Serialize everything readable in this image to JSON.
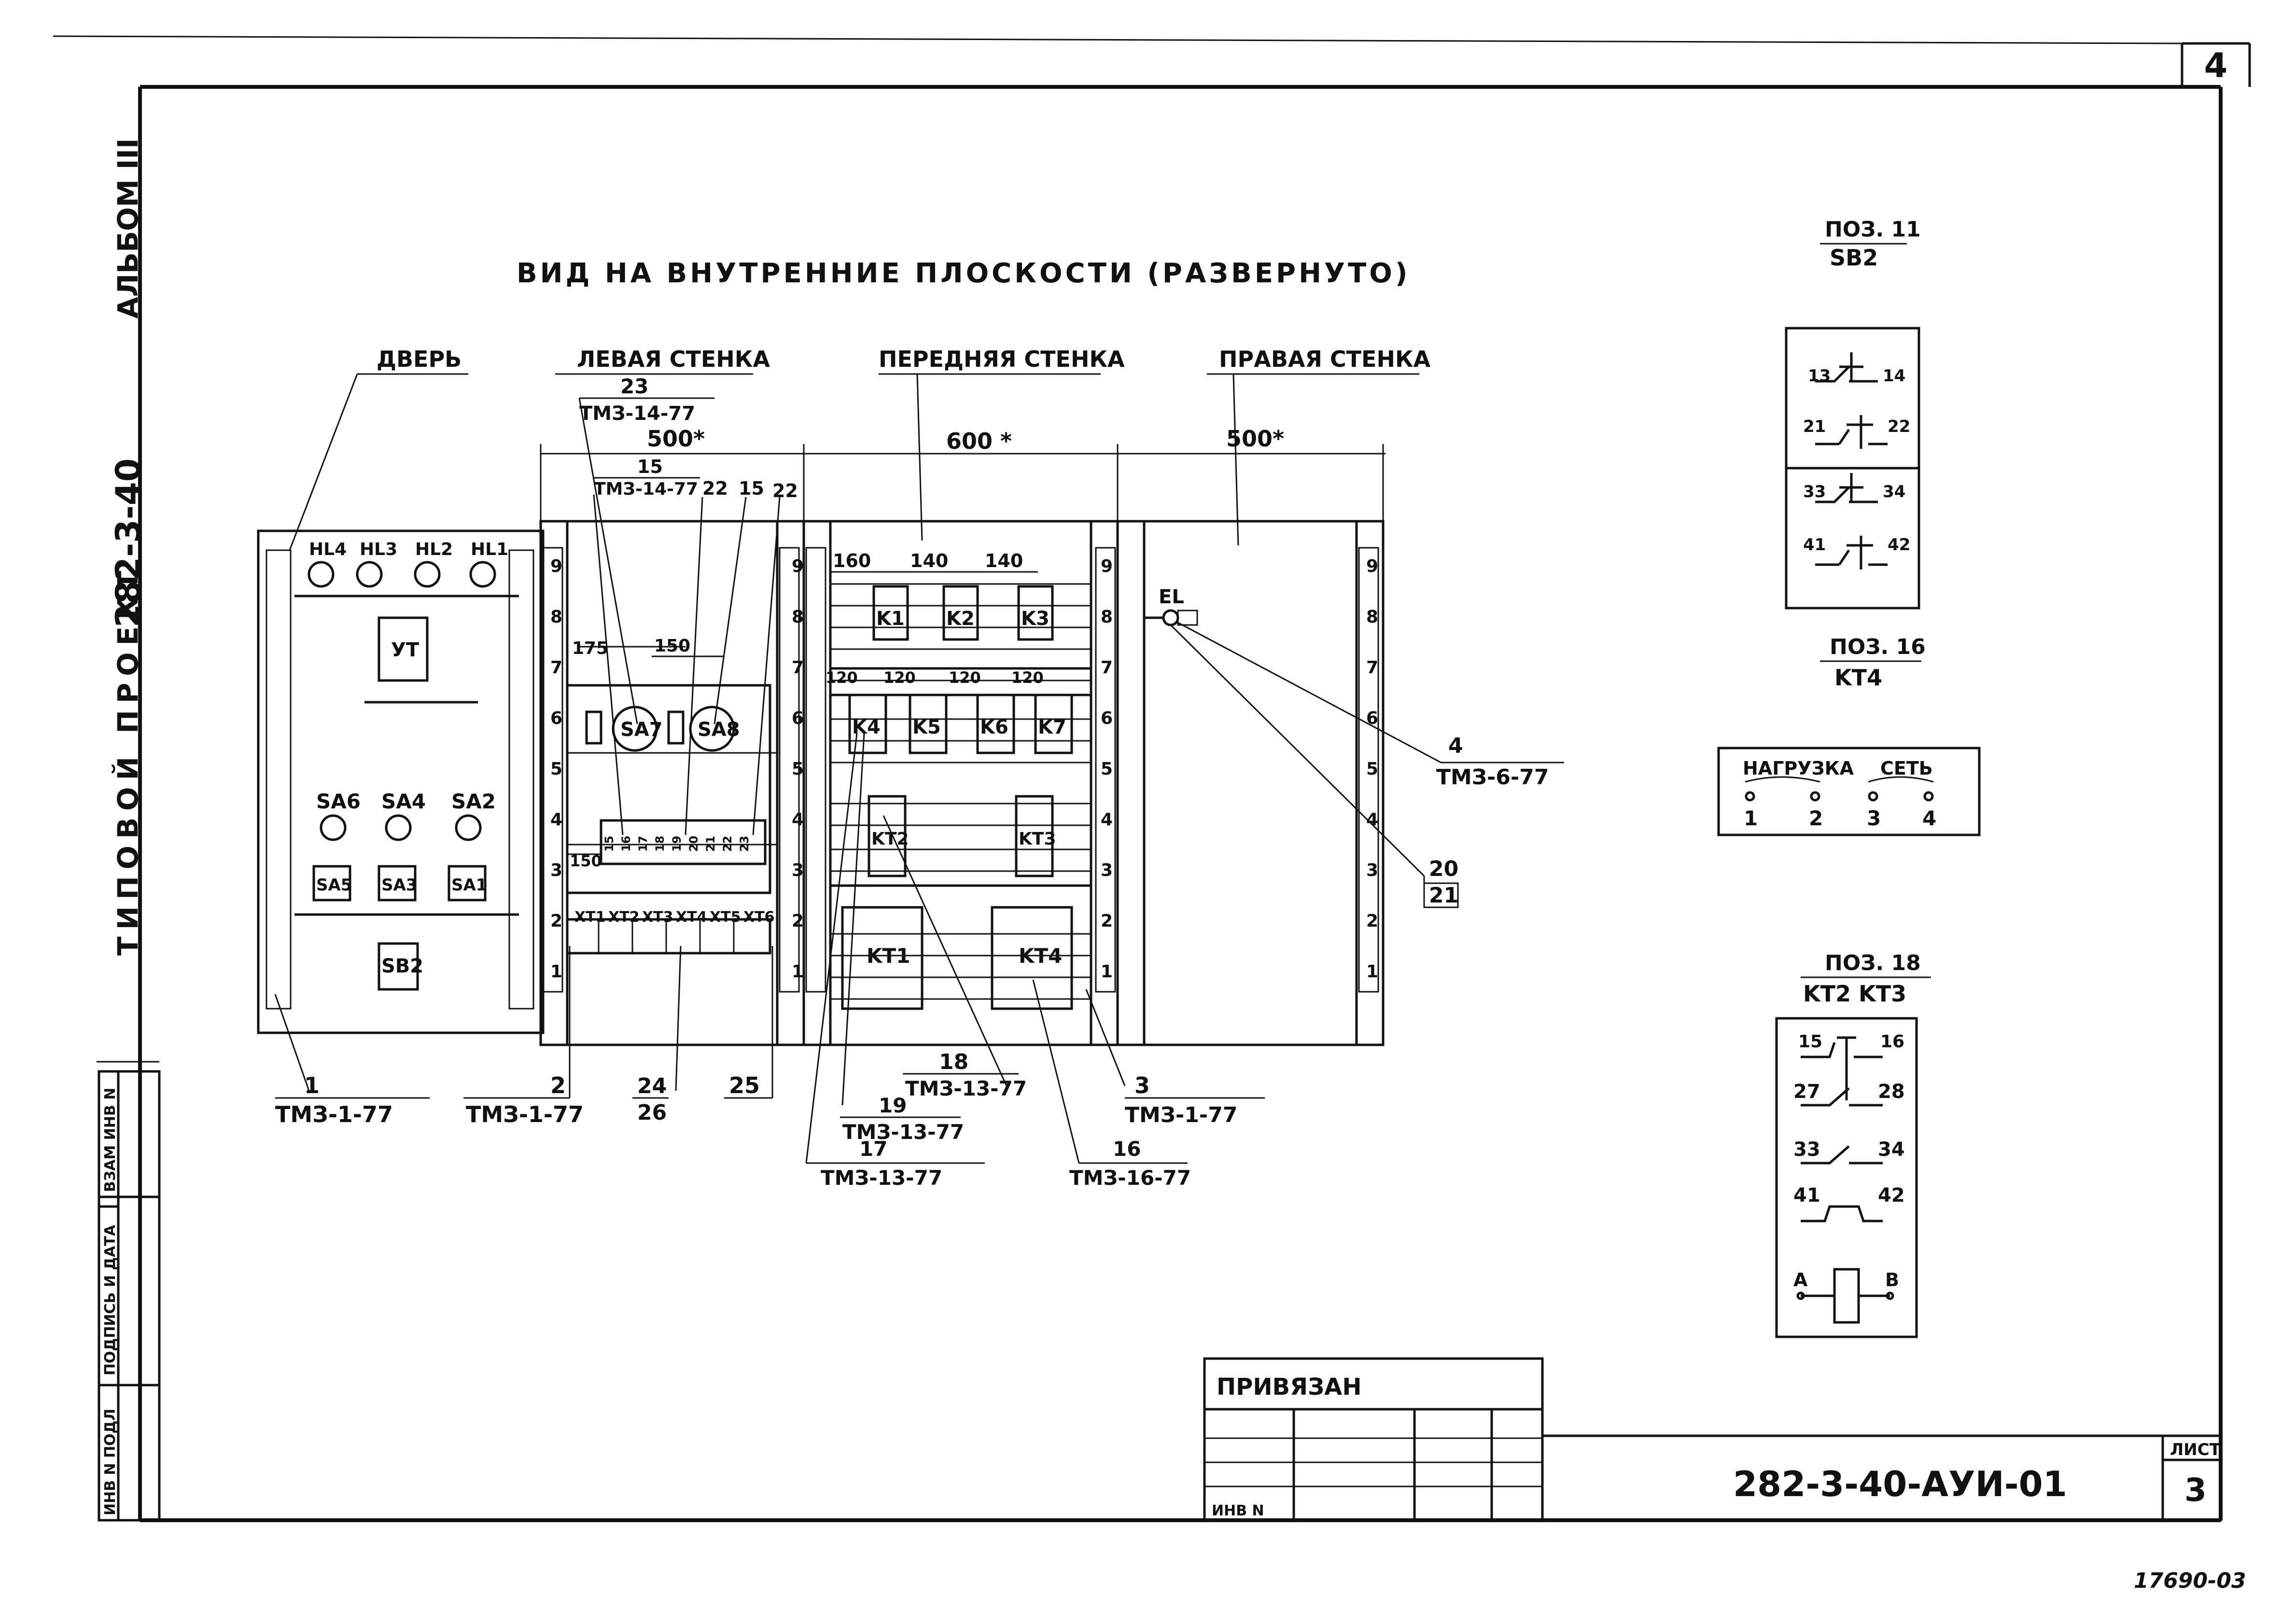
{
  "sheet_corner": "4",
  "album_label": "АЛЬБОМ III",
  "project_label": "ТИПОВОЙ ПРОЕКТ",
  "project_code_side": "282-3-40",
  "title": "ВИД НА ВНУТРЕННИЕ ПЛОСКОСТИ (РАЗВЕРНУТО)",
  "door": {
    "title": "ДВЕРЬ",
    "lamps": [
      "HL4",
      "HL3",
      "HL2",
      "HL1"
    ],
    "yt": "УТ",
    "switches": [
      "SA6",
      "SA4",
      "SA2"
    ],
    "switch_boxes": [
      "SA5",
      "SA3",
      "SA1"
    ],
    "sb2": "SB2",
    "callout_num": "1",
    "callout_ref": "ТМЗ-1-77"
  },
  "left_wall": {
    "title": "ЛЕВАЯ СТЕНКА",
    "dim": "500*",
    "top_num": "23",
    "top_ref": "ТМЗ-14-77",
    "mid_num": "15",
    "mid_ref": "ТМЗ-14-77",
    "n22a": "22",
    "n15": "15",
    "n22b": "22",
    "d175": "175",
    "d150": "150",
    "d150b": "150",
    "sa7": "SA7",
    "sa8": "SA8",
    "terminals": [
      "15",
      "16",
      "17",
      "18",
      "19",
      "20",
      "21",
      "22",
      "23"
    ],
    "xt": [
      "XT1",
      "XT2",
      "XT3",
      "XT4",
      "XT5",
      "XT6"
    ],
    "c2_num": "2",
    "c2_ref": "ТМЗ-1-77",
    "c24": "24",
    "c26": "26",
    "c25": "25"
  },
  "front_wall": {
    "title": "ПЕРЕДНЯЯ СТЕНКА",
    "dim": "600 *",
    "d160": "160",
    "d140a": "140",
    "d140b": "140",
    "d120": [
      "120",
      "120",
      "120",
      "120"
    ],
    "k_top": [
      "K1",
      "K2",
      "K3"
    ],
    "k_mid": [
      "K4",
      "K5",
      "K6",
      "K7"
    ],
    "kt": [
      "KT2",
      "KT3"
    ],
    "kt_big": [
      "KT1",
      "KT4"
    ],
    "c18_num": "18",
    "c18_ref": "ТМЗ-13-77",
    "c19_num": "19",
    "c19_ref": "ТМЗ-13-77",
    "c17_num": "17",
    "c17_ref": "ТМЗ-13-77",
    "c16_num": "16",
    "c16_ref": "ТМЗ-16-77",
    "c3_num": "3",
    "c3_ref": "ТМЗ-1-77"
  },
  "right_wall": {
    "title": "ПРАВАЯ СТЕНКА",
    "dim": "500*",
    "el": "EL",
    "c4_num": "4",
    "c4_ref": "ТМЗ-6-77",
    "c20": "20",
    "c21": "21"
  },
  "scale_numbers": [
    "9",
    "8",
    "7",
    "6",
    "5",
    "4",
    "3",
    "2",
    "1"
  ],
  "pos11": {
    "title": "ПОЗ. 11",
    "subtitle": "SB2",
    "contacts": [
      [
        "13",
        "14"
      ],
      [
        "21",
        "22"
      ],
      [
        "33",
        "34"
      ],
      [
        "41",
        "42"
      ]
    ]
  },
  "pos16": {
    "title": "ПОЗ. 16",
    "subtitle": "KT4",
    "load": "НАГРУЗКА",
    "net": "СЕТЬ",
    "pins": [
      "1",
      "2",
      "3",
      "4"
    ]
  },
  "pos18": {
    "title": "ПОЗ. 18",
    "subtitle": "KT2 KT3",
    "contacts": [
      [
        "15",
        "16"
      ],
      [
        "27",
        "28"
      ],
      [
        "33",
        "34"
      ],
      [
        "41",
        "42"
      ]
    ],
    "coil": [
      "A",
      "B"
    ]
  },
  "stamp": {
    "privyazan": "ПРИВЯЗАН",
    "inv": "ИНВ N",
    "code": "282-3-40-АУИ-01",
    "list_label": "ЛИСТ",
    "list_num": "3"
  },
  "side_stamp": [
    "ИНВ N ПОДЛ",
    "ПОДПИСЬ И ДАТА",
    "ВЗАМ ИНВ N"
  ],
  "bottom_number": "17690-03"
}
